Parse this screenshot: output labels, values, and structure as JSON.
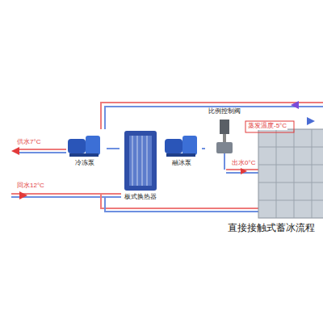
{
  "diagram": {
    "title": "直接接触式蓄冰流程",
    "nodes": [
      {
        "text": [
          "冷冻泵"
        ]
      },
      {
        "text": [
          "板式换热器"
        ]
      },
      {
        "text": [
          "融冰泵"
        ]
      },
      {
        "text": [
          "比例控制阀"
        ]
      }
    ],
    "edges": [
      {
        "from": 0,
        "to": 1,
        "arrow": "none"
      },
      {
        "from": 1,
        "to": 2,
        "arrow": "none"
      },
      {
        "from": 2,
        "to": 3,
        "arrow": "none"
      }
    ],
    "labels": [
      "供水7°C",
      "回水12°C",
      "出水0°C",
      "蒸发温度-5°C"
    ]
  }
}
